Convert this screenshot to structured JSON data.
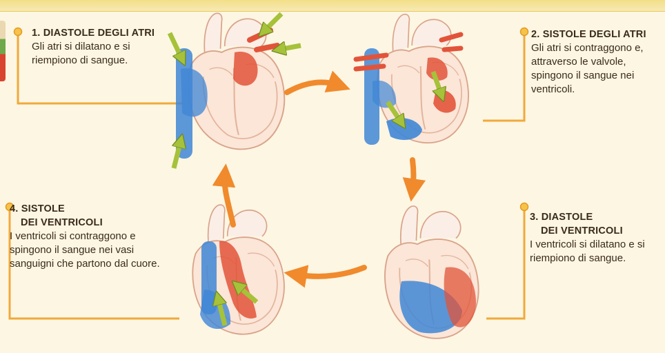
{
  "steps": [
    {
      "number_title": "1. DIASTOLE DEGLI ATRI",
      "title_line2": "",
      "text": "Gli atri si dilatano e si riempiono di sangue."
    },
    {
      "number_title": "2. SISTOLE DEGLI ATRI",
      "title_line2": "",
      "text": "Gli atri si contraggono e, attraverso le valvole, spingono il sangue nei ventricoli."
    },
    {
      "number_title": "3. DIASTOLE",
      "title_line2": "DEI VENTRICOLI",
      "text": "I ventricoli si dilatano e si riempiono di sangue."
    },
    {
      "number_title": "4. SISTOLE",
      "title_line2": "DEI VENTRICOLI",
      "text": "I ventricoli si contraggono e spingono il sangue nei vasi sanguigni che partono dal cuore."
    }
  ],
  "colors": {
    "background": "#fdf6e3",
    "connector": "#f0a93a",
    "cycle_arrow": "#f08a2c",
    "blood_venous": "#3f86d6",
    "blood_arterial": "#e2543a",
    "flow_arrow": "#a6c23a",
    "heart_outline": "#d9a48a"
  },
  "icons": [
    "bullet-dot-icon",
    "cycle-arrow-icon",
    "flow-arrow-icon",
    "heart-illustration"
  ]
}
